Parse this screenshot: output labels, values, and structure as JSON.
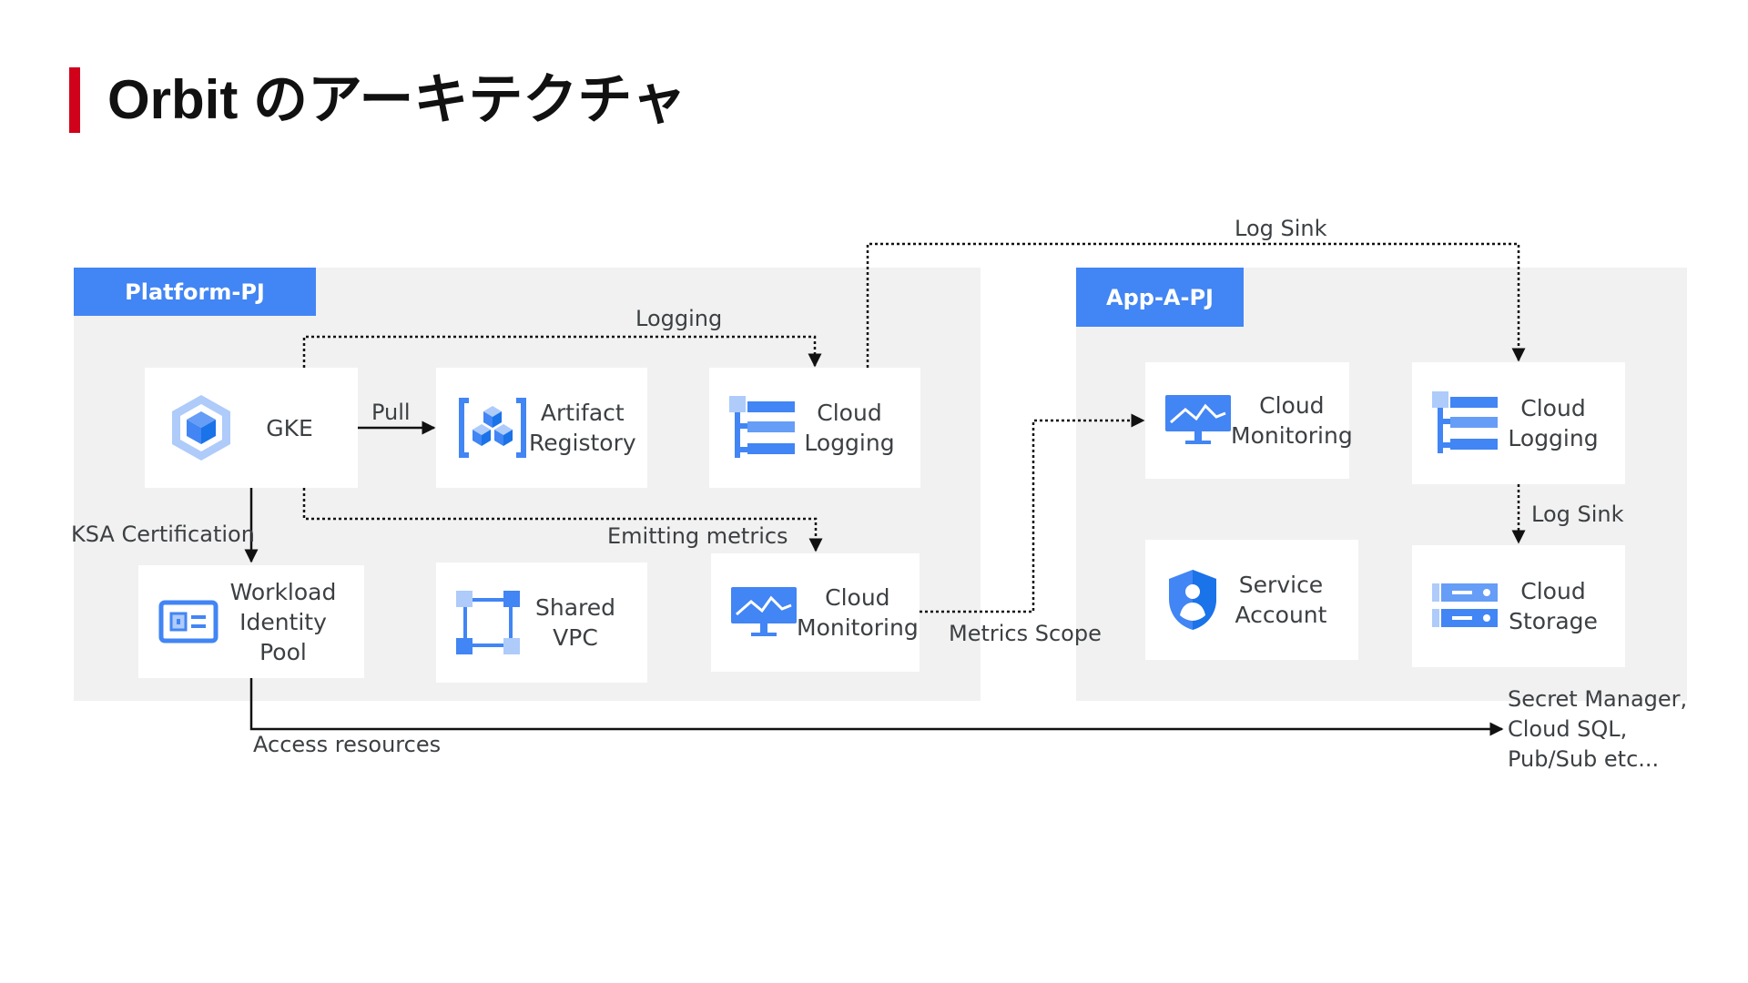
{
  "title": "Orbit のアーキテクチャ",
  "projects": {
    "platform": {
      "label": "Platform-PJ"
    },
    "app_a": {
      "label": "App-A-PJ"
    }
  },
  "nodes": {
    "gke": {
      "label": "GKE",
      "icon": "gke-icon"
    },
    "artifact_registry": {
      "label": "Artifact\nRegistory",
      "icon": "artifact-registry-icon"
    },
    "platform_cloud_logging": {
      "label": "Cloud\nLogging",
      "icon": "cloud-logging-icon"
    },
    "workload_identity_pool": {
      "label": "Workload\nIdentity\nPool",
      "icon": "workload-identity-icon"
    },
    "shared_vpc": {
      "label": "Shared\nVPC",
      "icon": "shared-vpc-icon"
    },
    "platform_cloud_monitoring": {
      "label": "Cloud\nMonitoring",
      "icon": "cloud-monitoring-icon"
    },
    "app_cloud_monitoring": {
      "label": "Cloud\nMonitoring",
      "icon": "cloud-monitoring-icon"
    },
    "app_cloud_logging": {
      "label": "Cloud\nLogging",
      "icon": "cloud-logging-icon"
    },
    "service_account": {
      "label": "Service\nAccount",
      "icon": "service-account-icon"
    },
    "cloud_storage": {
      "label": "Cloud\nStorage",
      "icon": "cloud-storage-icon"
    }
  },
  "edges": {
    "pull": "Pull",
    "logging": "Logging",
    "log_sink_top": "Log Sink",
    "emitting_metrics": "Emitting metrics",
    "ksa_certification": "KSA Certification",
    "metrics_scope": "Metrics Scope",
    "log_sink_app": "Log Sink",
    "access_resources": "Access resources"
  },
  "external_resources": "Secret Manager,\nCloud SQL,\nPub/Sub etc...",
  "colors": {
    "accent_red": "#d0021b",
    "google_blue": "#4285f4",
    "light_blue": "#aecbfa",
    "panel_gray": "#f1f1f1"
  }
}
